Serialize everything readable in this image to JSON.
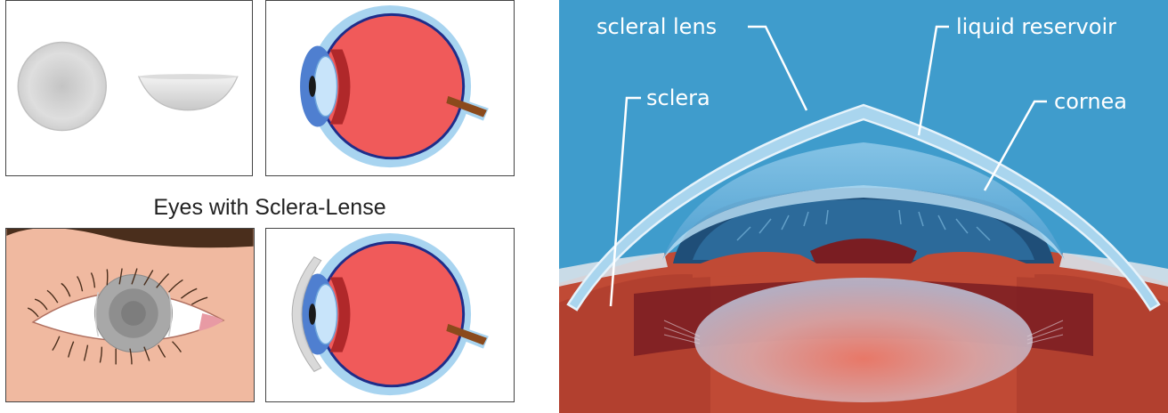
{
  "left_figure": {
    "title": "Eyes with Sclera-Lense"
  },
  "right_figure": {
    "labels": {
      "scleral_lens": "scleral lens",
      "liquid_reservoir": "liquid reservoir",
      "sclera": "sclera",
      "cornea": "cornea"
    }
  },
  "colors": {
    "background_blue": "#3f9ccc",
    "eyeball_red": "#f05a5a",
    "skin": "#f0b9a0",
    "lens_blue": "#aad7ee"
  }
}
